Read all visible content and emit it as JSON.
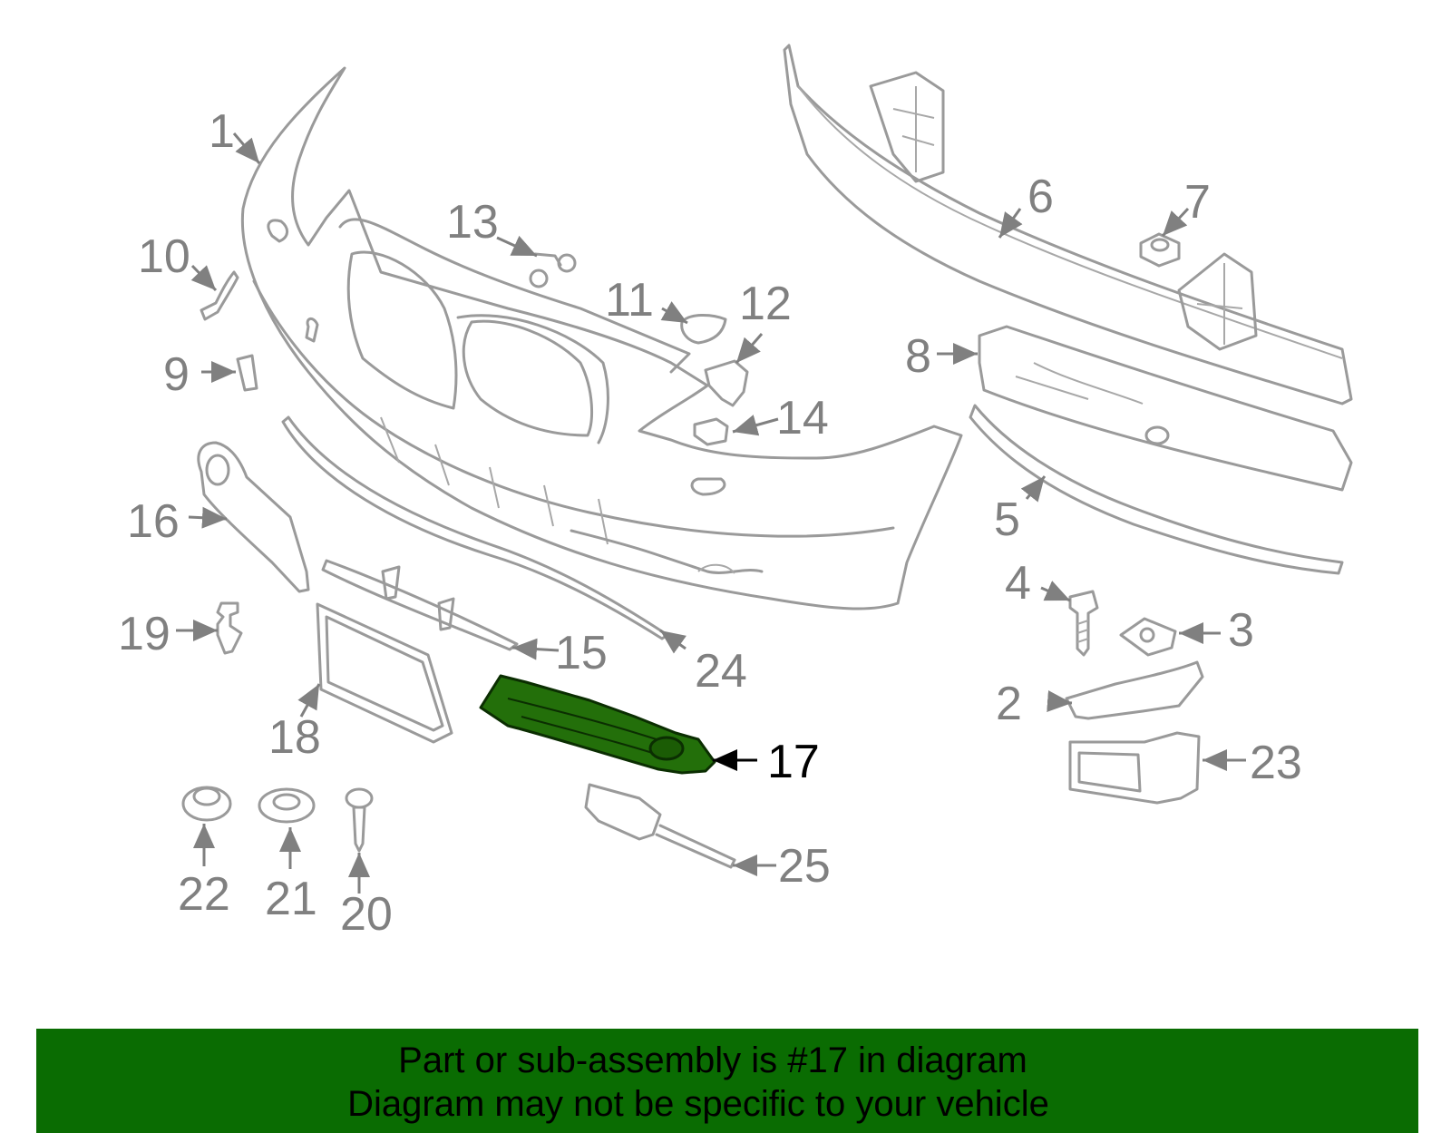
{
  "highlight_color": "#236f0a",
  "banner_color": "#0a6c02",
  "labels": {
    "c1": "1",
    "c2": "2",
    "c3": "3",
    "c4": "4",
    "c5": "5",
    "c6": "6",
    "c7": "7",
    "c8": "8",
    "c9": "9",
    "c10": "10",
    "c11": "11",
    "c12": "12",
    "c13": "13",
    "c14": "14",
    "c15": "15",
    "c16": "16",
    "c17": "17",
    "c18": "18",
    "c19": "19",
    "c20": "20",
    "c21": "21",
    "c22": "22",
    "c23": "23",
    "c24": "24",
    "c25": "25"
  },
  "highlighted_part": "17",
  "banner": {
    "line1": "Part or sub-assembly is #17 in diagram",
    "line2": "Diagram may not be specific to your vehicle"
  }
}
